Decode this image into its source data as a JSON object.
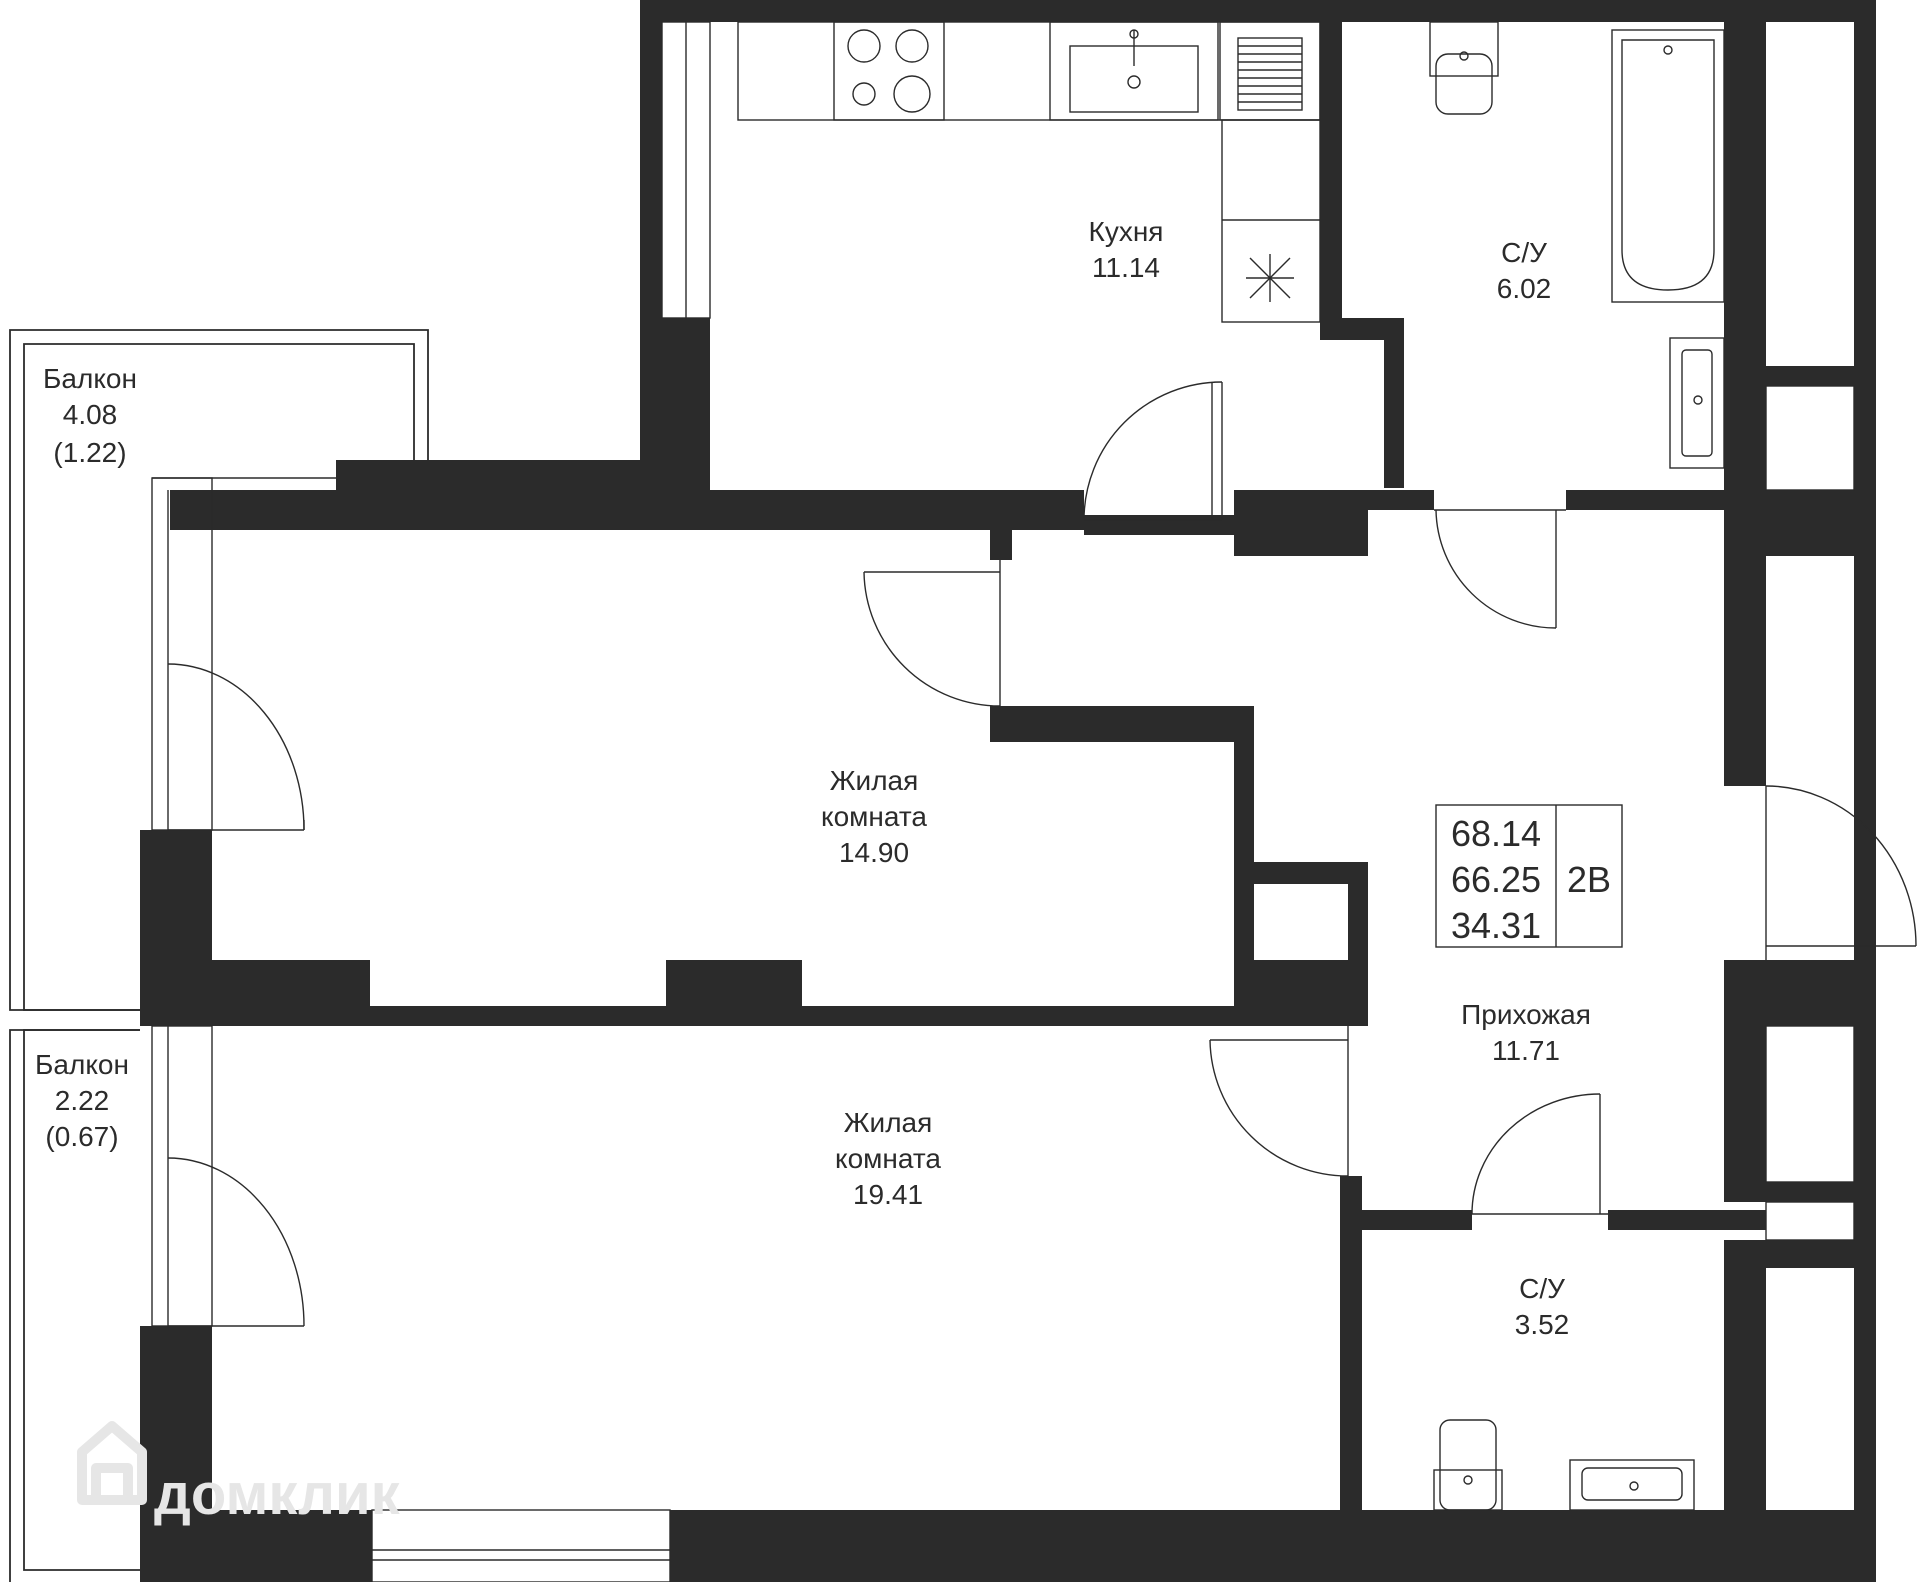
{
  "rooms": {
    "kitchen": {
      "name": "Кухня",
      "area": "11.14"
    },
    "bath_top": {
      "name": "С/У",
      "area": "6.02"
    },
    "balcony_top": {
      "name": "Балкон",
      "area": "4.08",
      "reduced_area": "(1.22)"
    },
    "living_1": {
      "name_line1": "Жилая",
      "name_line2": "комната",
      "area": "14.90"
    },
    "living_2": {
      "name_line1": "Жилая",
      "name_line2": "комната",
      "area": "19.41"
    },
    "balcony_bottom": {
      "name": "Балкон",
      "area": "2.22",
      "reduced_area": "(0.67)"
    },
    "hallway": {
      "name": "Прихожая",
      "area": "11.71"
    },
    "bath_bottom": {
      "name": "С/У",
      "area": "3.52"
    }
  },
  "summary": {
    "total_area": "68.14",
    "area_without_balconies": "66.25",
    "living_area": "34.31",
    "apartment_type": "2В"
  },
  "watermark": {
    "text": "домклик",
    "icon": "home-logo-icon"
  },
  "colors": {
    "wall": "#2b2b2b",
    "background": "#ffffff",
    "watermark": "#e6e6e6"
  }
}
